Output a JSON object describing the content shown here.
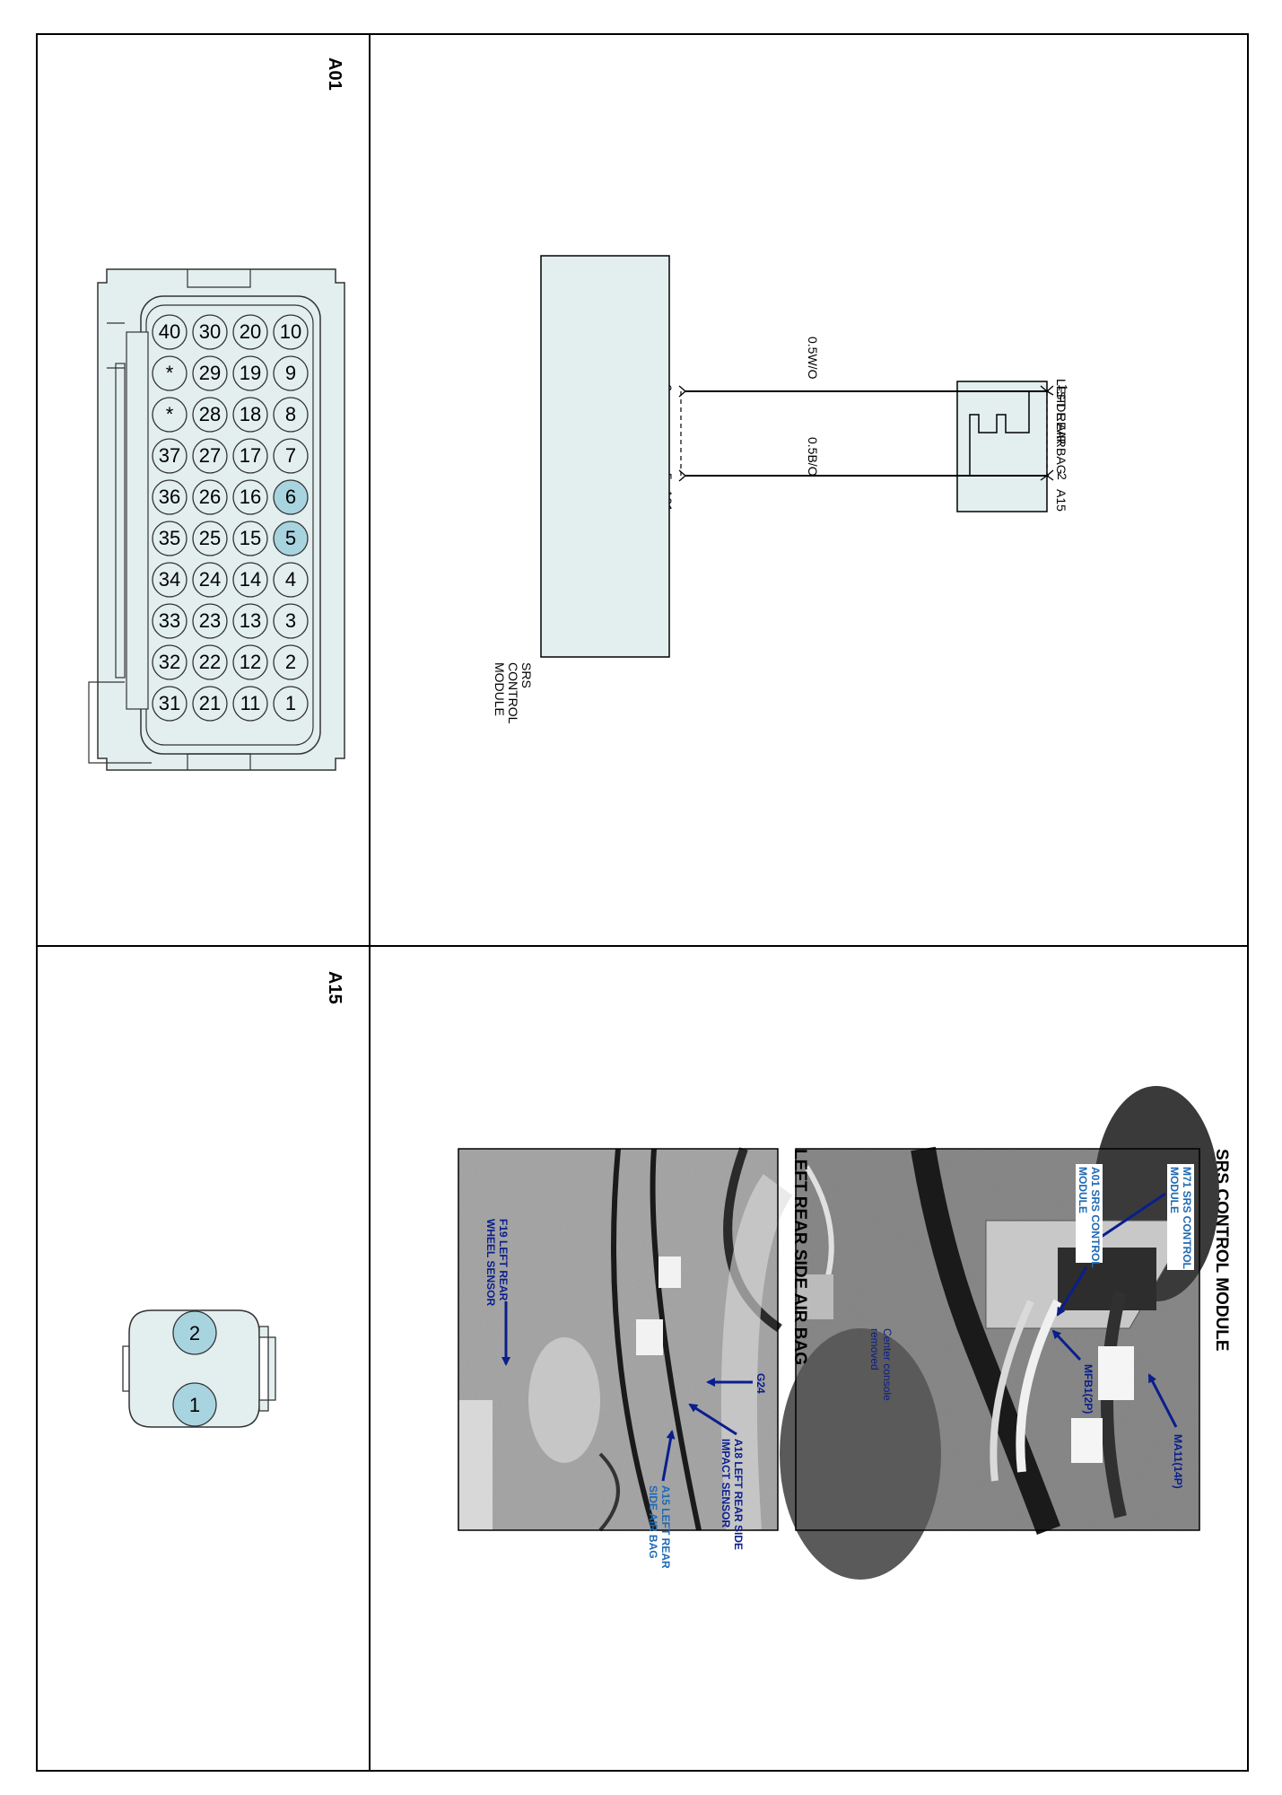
{
  "panels": {
    "a01_title": "A01",
    "a15_title": "A15"
  },
  "schematic": {
    "airbag_label": [
      "LEFT REAR",
      "SIDE AIR BAG"
    ],
    "module_label": [
      "SRS",
      "CONTROL",
      "MODULE"
    ],
    "wire_top": "0.5W/O",
    "wire_bottom": "0.5B/O",
    "airbag_pin_top": "1",
    "airbag_pin_bottom": "2",
    "airbag_connector": "A15",
    "module_pin_top": "6",
    "module_pin_bottom": "5",
    "module_connector": "A01",
    "module_sign_top": "(+)",
    "module_sign_bottom": "(-)"
  },
  "a01_connector": {
    "rows": [
      [
        "10",
        "9",
        "8",
        "7",
        "6",
        "5",
        "4",
        "3",
        "2",
        "1"
      ],
      [
        "20",
        "19",
        "18",
        "17",
        "16",
        "15",
        "14",
        "13",
        "12",
        "11"
      ],
      [
        "30",
        "29",
        "28",
        "27",
        "26",
        "25",
        "24",
        "23",
        "22",
        "21"
      ],
      [
        "40",
        "*",
        "*",
        "37",
        "36",
        "35",
        "34",
        "33",
        "32",
        "31"
      ]
    ],
    "highlighted": [
      "6",
      "5"
    ],
    "highlight_color": "#a8d4df",
    "body_color": "#e3eeef"
  },
  "a15_connector": {
    "pins": [
      "2",
      "1"
    ],
    "color": "#a8d4df"
  },
  "photos": {
    "srs": {
      "title": "SRS CONTROL MODULE",
      "callouts": {
        "a01": [
          "A01 SRS CONTROL",
          "MODULE"
        ],
        "m71": [
          "M71 SRS CONTROL",
          "MODULE"
        ],
        "ma11": "MA11(14P)",
        "mfb1": "MFB1(2P)",
        "console": [
          "Center console",
          "removed"
        ]
      }
    },
    "airbag": {
      "title": "LEFT REAR SIDE AIR BAG",
      "callouts": {
        "f19": [
          "F19 LEFT REAR",
          "WHEEL SENSOR"
        ],
        "g24": "G24",
        "a18": [
          "A18 LEFT REAR SIDE",
          "IMPACT SENSOR"
        ],
        "a15": [
          "A15 LEFT REAR",
          "SIDE AIR BAG"
        ]
      }
    }
  }
}
